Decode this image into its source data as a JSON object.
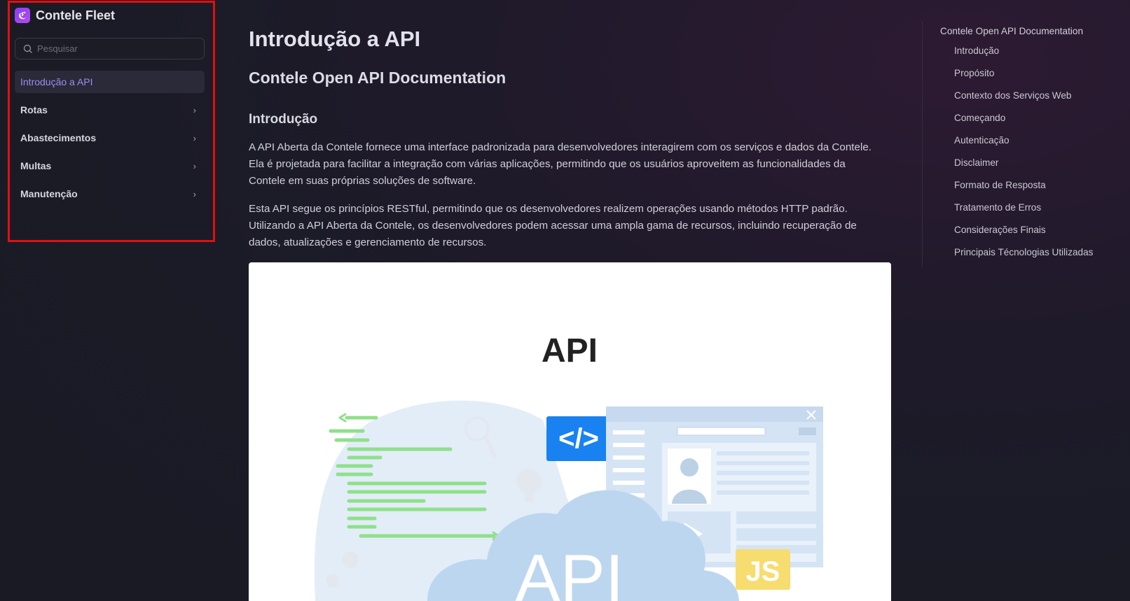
{
  "brand": {
    "name": "Contele Fleet"
  },
  "search": {
    "placeholder": "Pesquisar"
  },
  "sidebar": {
    "items": [
      {
        "label": "Introdução a API",
        "active": true
      },
      {
        "label": "Rotas"
      },
      {
        "label": "Abastecimentos"
      },
      {
        "label": "Multas"
      },
      {
        "label": "Manutenção"
      }
    ]
  },
  "main": {
    "title": "Introdução a API",
    "subtitle": "Contele Open API Documentation",
    "section_title": "Introdução",
    "paragraph1": "A API Aberta da Contele fornece uma interface padronizada para desenvolvedores interagirem com os serviços e dados da Contele. Ela é projetada para facilitar a integração com várias aplicações, permitindo que os usuários aproveitem as funcionalidades da Contele em suas próprias soluções de software.",
    "paragraph2": "Esta API segue os princípios RESTful, permitindo que os desenvolvedores realizem operações usando métodos HTTP padrão. Utilizando a API Aberta da Contele, os desenvolvedores podem acessar uma ampla gama de recursos, incluindo recuperação de dados, atualizações e gerenciamento de recursos.",
    "illustration": {
      "heading": "API",
      "code_badge": "</>",
      "cloud_text": "API",
      "js_badge": "JS"
    }
  },
  "toc": {
    "title": "Contele Open API Documentation",
    "items": [
      "Introdução",
      "Propósito",
      "Contexto dos Serviços Web",
      "Começando",
      "Autenticação",
      "Disclaimer",
      "Formato de Resposta",
      "Tratamento de Erros",
      "Considerações Finais",
      "Principais Técnologias Utilizadas"
    ]
  },
  "colors": {
    "background": "#1b1b27",
    "accent": "#9d8bf5",
    "highlight_border": "#e01010"
  }
}
